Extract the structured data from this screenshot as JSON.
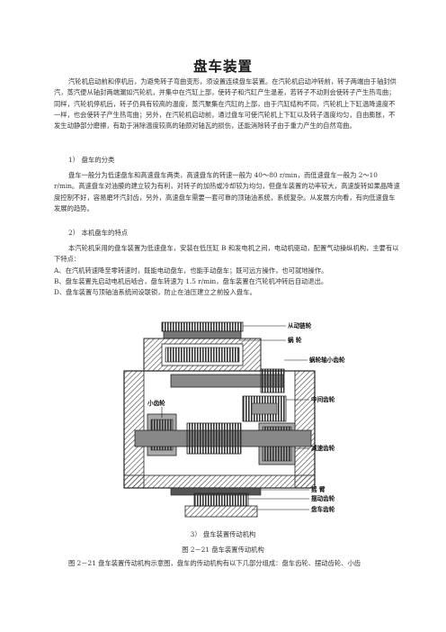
{
  "title": "盘车装置",
  "intro": "汽轮机启动前和停机后，为避免转子弯曲变形，须设置连续盘车装置。在汽轮机启动冲转前，转子两端由于轴封供汽，蒸汽便从轴封两端漏如汽轮机，并集中在汽缸上部，使转子和汽缸产生温差，若转子不动则会使转子产生热弯曲；同样，汽轮机停机后，转子仍具有较高的温度，蒸汽聚集在汽缸的上部，由于汽缸结构不同，汽轮机上下缸温降速度不一样，也会使转子产生热弯曲；另外，在汽轮机启动前，通过盘车可使汽轮机上下缸以及转子温度均匀，自由膨胀，不发生动静部分磨擦，有助于消除温度较高的轴颈对轴瓦的损伤，还能消除转子由于重力产生的自然弯曲。",
  "section1": {
    "heading": "1）  盘车的分类",
    "text": "盘车一般分为低速盘车和高速盘车两类，高速盘车的转速一般为 40～80 r/min，而低速盘车一般为 2～10 r/min。高速盘车对油膜的建立较为有利，对转子的加热或冷却较为均匀，但盘车装置的功率较大，高速旋转如果晶降速度控制不好，容易磨坏汽封齿，另外，高速盘车需要一套可靠的顶轴油系统，系统复杂。从发展方向看，有向低速盘车发展的趋势。"
  },
  "section2": {
    "heading": "2）  本机盘车的特点",
    "lead": "本汽轮机采用的盘车装置为低速盘车，安装在低压缸 B 和发电机之间，电动机驱动，配置气动操纵机构，主要有以下特点：",
    "items": [
      "A、在汽机转速降至零转速时，既能电动盘车，也能手动盘车；既可远方操作，也可就地操作。",
      "B、盘车装置先启动电机后啮合，盘车转速为 1.5 r/min，盘车装置在汽轮机冲转后自动退出。",
      "D、盘车装置与顶轴油系统间设联锁，防止在油压建立之前投入盘车。"
    ]
  },
  "figure": {
    "labels": {
      "driven_sprocket": "从动链轮",
      "worm_wheel": "蜗  轮",
      "worm_shaft_pinion": "蜗轮轴小齿轮",
      "idler_gear": "中间齿轮",
      "pinion": "小齿轮",
      "reduction_gear": "减速齿轮",
      "link_arm": "摇  臂",
      "swing_gear": "摆动齿轮",
      "turning_gear": "盘车齿轮"
    }
  },
  "captions": {
    "sub": "3）  盘车装置传动机构",
    "main": "图 2－21  盘车装置传动机构"
  },
  "last_paragraph": "图 2－21 盘车装置传动机构示意图，盘车的传动机构有以下几部分组成：盘车齿轮、摆动齿轮、小齿"
}
